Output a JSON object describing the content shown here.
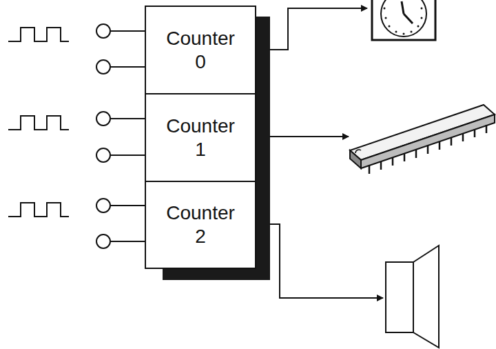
{
  "diagram": {
    "nodes": [
      {
        "text": [
          "Counter 0"
        ]
      },
      {
        "text": [
          "Counter 1"
        ]
      },
      {
        "text": [
          "Counter 2"
        ]
      }
    ]
  }
}
